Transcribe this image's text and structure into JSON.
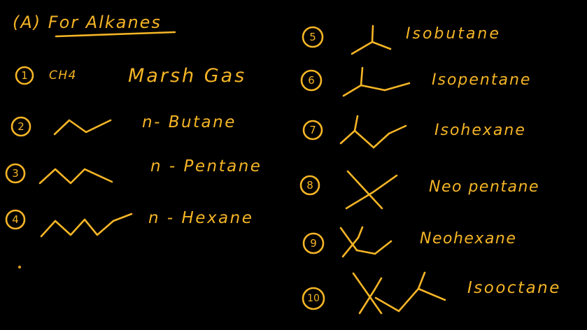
{
  "heading": "(A) For Alkanes",
  "colors": {
    "background": "#000000",
    "ink": "#f5b526"
  },
  "left_column": [
    {
      "number": "1",
      "formula": "CH4",
      "name": "Marsh Gas"
    },
    {
      "number": "2",
      "name": "n- Butane"
    },
    {
      "number": "3",
      "name": "n - Pentane"
    },
    {
      "number": "4",
      "name": "n - Hexane"
    }
  ],
  "right_column": [
    {
      "number": "5",
      "name": "Isobutane"
    },
    {
      "number": "6",
      "name": "Isopentane"
    },
    {
      "number": "7",
      "name": "Isohexane"
    },
    {
      "number": "8",
      "name": "Neo pentane"
    },
    {
      "number": "9",
      "name": "Neohexane"
    },
    {
      "number": "10",
      "name": "Isooctane"
    }
  ]
}
